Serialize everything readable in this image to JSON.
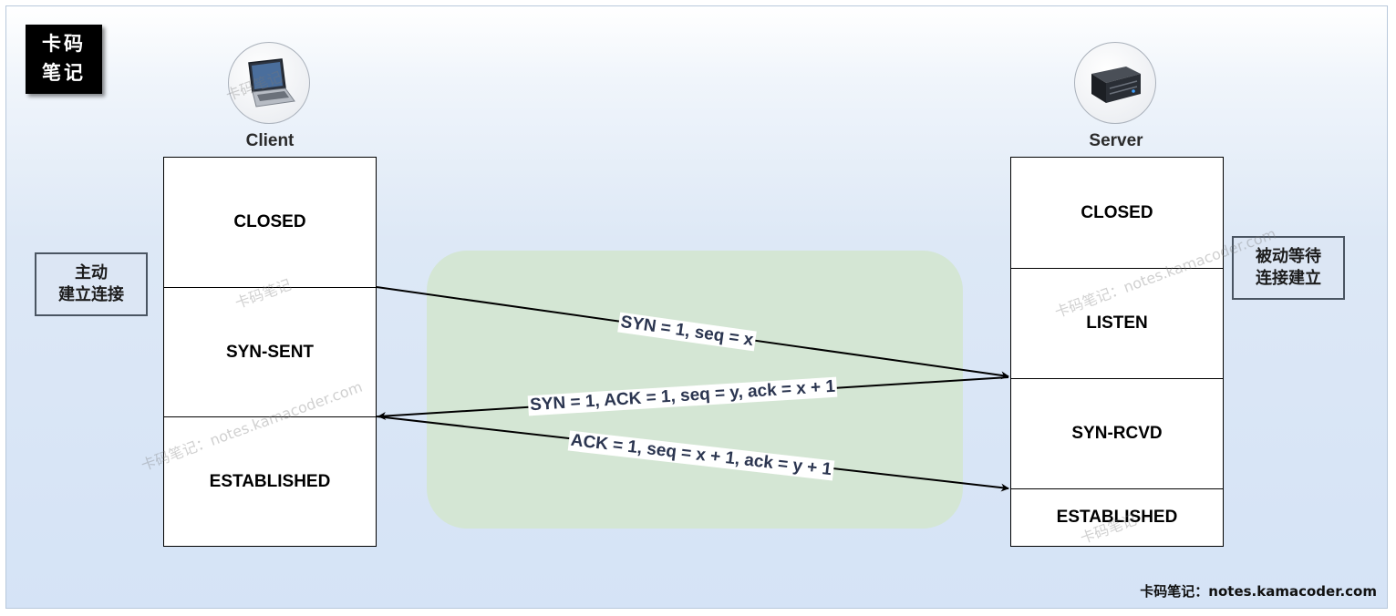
{
  "logo": {
    "line1": "卡码",
    "line2": "笔记"
  },
  "client": {
    "label": "Client",
    "states": [
      "CLOSED",
      "SYN-SENT",
      "ESTABLISHED"
    ],
    "note_line1": "主动",
    "note_line2": "建立连接"
  },
  "server": {
    "label": "Server",
    "states": [
      "CLOSED",
      "LISTEN",
      "SYN-RCVD",
      "ESTABLISHED"
    ],
    "note_line1": "被动等待",
    "note_line2": "连接建立"
  },
  "messages": [
    {
      "text": "SYN = 1, seq = x",
      "direction": "client-to-server"
    },
    {
      "text": "SYN = 1, ACK = 1, seq = y, ack = x + 1",
      "direction": "server-to-client"
    },
    {
      "text": "ACK = 1, seq = x + 1, ack = y + 1",
      "direction": "client-to-server"
    }
  ],
  "watermark": {
    "short": "卡码笔记",
    "long": "卡码笔记：notes.kamacoder.com"
  },
  "footer_credit": "卡码笔记：notes.kamacoder.com",
  "colors": {
    "network_area": "#d4e6d4",
    "background": "#d5e3f6",
    "arrow": "#000000"
  }
}
